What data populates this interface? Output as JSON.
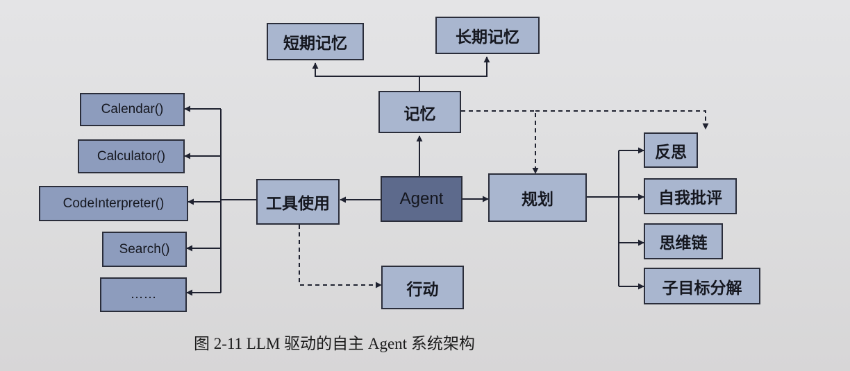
{
  "nodes": {
    "short_term_memory": "短期记忆",
    "long_term_memory": "长期记忆",
    "memory": "记忆",
    "agent": "Agent",
    "tool_use": "工具使用",
    "planning": "规划",
    "action": "行动",
    "reflection": "反思",
    "self_critique": "自我批评",
    "chain_of_thought": "思维链",
    "subgoal_decomposition": "子目标分解"
  },
  "tools": [
    "Calendar()",
    "Calculator()",
    "CodeInterpreter()",
    "Search()",
    "……"
  ],
  "caption": "图 2-11   LLM 驱动的自主 Agent 系统架构",
  "colors": {
    "box_light": "#a9b6cf",
    "box_mid": "#8d9cbd",
    "box_dark": "#5d6a8c",
    "stroke": "#1f2230",
    "background": "#e0e0e1"
  }
}
